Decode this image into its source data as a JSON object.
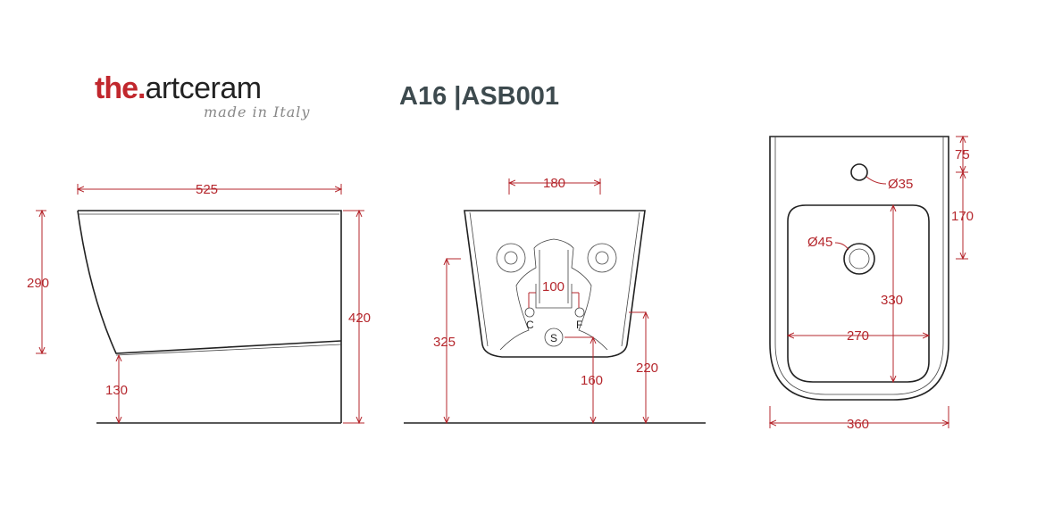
{
  "brand": {
    "the": "the.",
    "name": "artceram",
    "tagline": "made in Italy"
  },
  "product_code": "A16 |ASB001",
  "side_view": {
    "width": "525",
    "height_front": "290",
    "height_total": "420",
    "bottom_clearance": "130"
  },
  "rear_view": {
    "top_width": "180",
    "inlet_spacing": "100",
    "fixing_height": "325",
    "drain_height": "160",
    "inlet_height": "220",
    "labels": {
      "cold": "C",
      "hot": "F",
      "drain": "S"
    }
  },
  "top_view": {
    "tap_hole_offset": "75",
    "tap_to_drain": "170",
    "tap_hole_diameter": "Ø35",
    "drain_diameter": "Ø45",
    "basin_length": "330",
    "basin_width": "270",
    "total_width": "360"
  },
  "colors": {
    "dimension": "#b5272d",
    "brand_red": "#c1272d",
    "code": "#3d4a4e"
  }
}
